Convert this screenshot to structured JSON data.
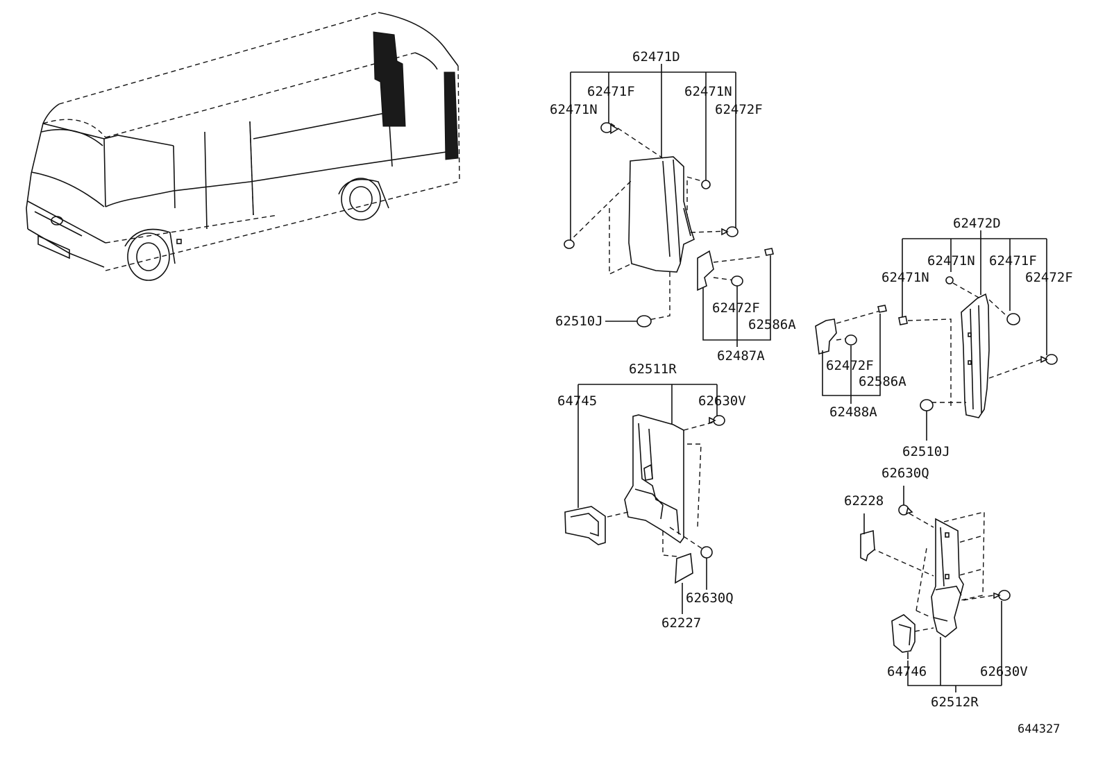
{
  "labels": {
    "l62471D_top": "62471D",
    "l62471F_a": "62471F",
    "l62471N_a": "62471N",
    "l62471N_b": "62471N",
    "l62472F_a": "62472F",
    "l62472F_b": "62472F",
    "l62510J_a": "62510J",
    "l62586A_a": "62586A",
    "l62487A": "62487A",
    "l62511R": "62511R",
    "l64745": "64745",
    "l62630V_a": "62630V",
    "l62630Q_a": "62630Q",
    "l62227": "62227",
    "l62472D": "62472D",
    "l62471N_c": "62471N",
    "l62471F_b": "62471F",
    "l62471N_d": "62471N",
    "l62472F_c": "62472F",
    "l62472F_d": "62472F",
    "l62586A_b": "62586A",
    "l62488A": "62488A",
    "l62510J_b": "62510J",
    "l62630Q_b": "62630Q",
    "l62228": "62228",
    "l64746": "64746",
    "l62630V_b": "62630V",
    "l62512R": "62512R",
    "ref_code": "644327"
  }
}
